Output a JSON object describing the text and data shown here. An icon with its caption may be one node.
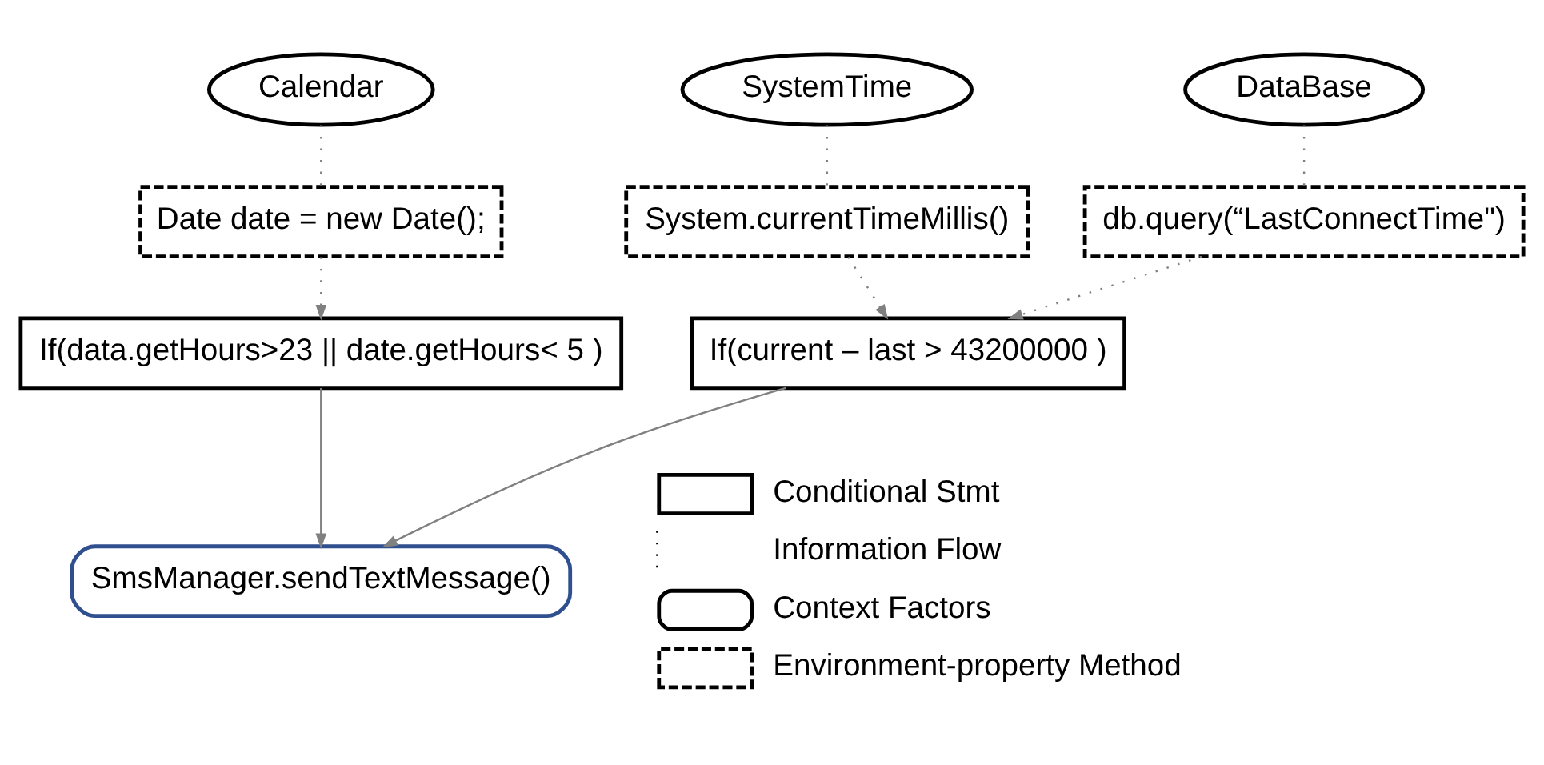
{
  "diagram": {
    "nodes": [
      {
        "text": [
          "Calendar"
        ]
      },
      {
        "text": [
          "SystemTime"
        ]
      },
      {
        "text": [
          "DataBase"
        ]
      },
      {
        "text": [
          "System.currentTimeMillis()"
        ]
      },
      {
        "text": [
          "Date date = new Date();"
        ]
      },
      {
        "text": [
          "db.query(“LastConnectTime\")"
        ]
      },
      {
        "text": [
          "If(data.getHours>23 || date.getHours< 5 )"
        ]
      },
      {
        "text": [
          "If(current – last > 43200000 )"
        ]
      },
      {
        "text": [
          "SmsManager.sendTextMessage()"
        ]
      }
    ],
    "edges": [
      {
        "from": 0,
        "to": 4,
        "arrow": "none",
        "style": "dashed"
      },
      {
        "from": 4,
        "to": 6,
        "arrow": "to",
        "style": "dashed"
      },
      {
        "from": 1,
        "to": 3,
        "arrow": "none",
        "style": "dashed"
      },
      {
        "from": 3,
        "to": 7,
        "arrow": "to",
        "style": "dashed"
      },
      {
        "from": 2,
        "to": 5,
        "arrow": "none",
        "style": "dashed"
      },
      {
        "from": 5,
        "to": 7,
        "arrow": "to",
        "style": "dashed"
      },
      {
        "from": 6,
        "to": 8,
        "arrow": "to"
      },
      {
        "from": 7,
        "to": 8,
        "arrow": "to"
      }
    ],
    "legend": [
      {
        "text": "Conditional Stmt"
      },
      {
        "text": "Information Flow"
      },
      {
        "text": "Context Factors"
      },
      {
        "text": "Environment-property Method"
      }
    ]
  }
}
